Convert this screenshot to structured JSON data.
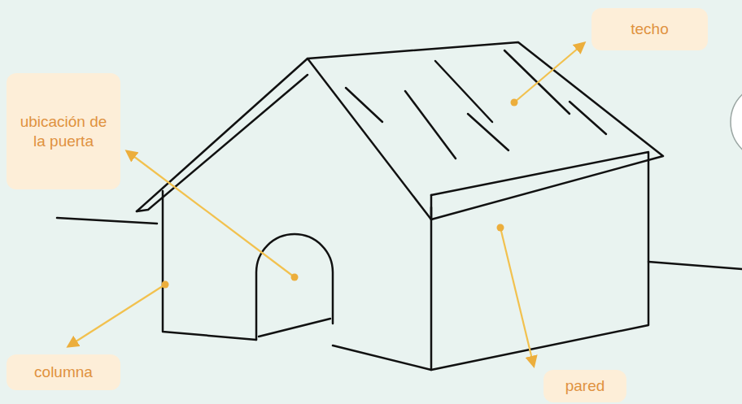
{
  "diagram": {
    "nodes": [
      {
        "text": [
          "techo"
        ]
      },
      {
        "text": [
          "ubicación de la puerta"
        ]
      },
      {
        "text": [
          "columna"
        ]
      },
      {
        "text": [
          "pared"
        ]
      }
    ]
  }
}
